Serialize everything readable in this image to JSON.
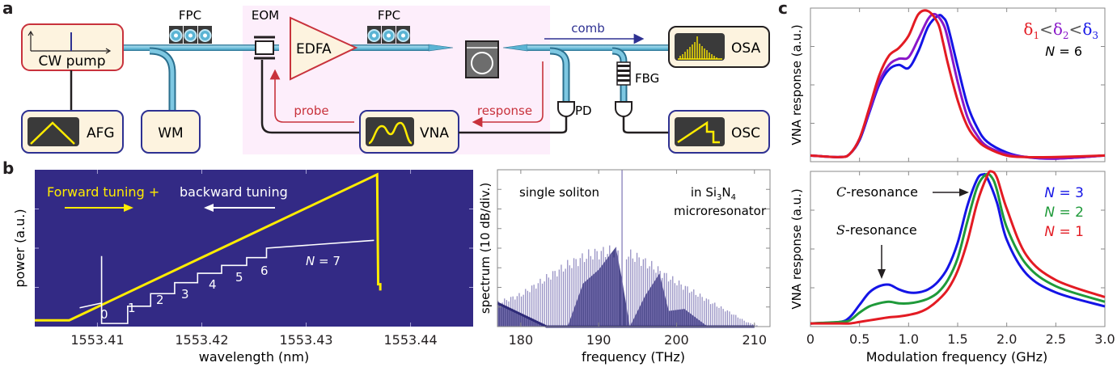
{
  "panels": {
    "a": {
      "letter": "a"
    },
    "b": {
      "letter": "b"
    },
    "c": {
      "letter": "c"
    }
  },
  "diagram": {
    "components": {
      "cw_pump": "CW pump",
      "afg": "AFG",
      "wm": "WM",
      "fpc1": "FPC",
      "eom": "EOM",
      "edfa": "EDFA",
      "fpc2": "FPC",
      "osa": "OSA",
      "fbg": "FBG",
      "pd": "PD",
      "vna": "VNA",
      "osc": "OSC"
    },
    "signals": {
      "comb": "comb",
      "probe": "probe",
      "response": "response"
    },
    "colors": {
      "fiber": "#5bb4d4",
      "fiber_edge": "#2a6f8e",
      "box_fill": "#fdf3df",
      "box_red": "#c8323c",
      "box_blue": "#2e3192",
      "screen": "#3a3a3a",
      "trace": "#ffec00",
      "highlight_bg": "#fdeefb",
      "comb_arrow": "#2e3192",
      "probe_arrow": "#c8323c"
    }
  },
  "chart_data": [
    {
      "id": "b-left",
      "type": "line",
      "title": "",
      "xlabel": "wavelength (nm)",
      "ylabel": "power (a.u.)",
      "xlim": [
        1553.404,
        1553.446
      ],
      "ylim": [
        0,
        1
      ],
      "xticks": [
        1553.41,
        1553.42,
        1553.43,
        1553.44
      ],
      "xtick_labels": [
        "1553.41",
        "1553.42",
        "1553.43",
        "1553.44"
      ],
      "background": "#332a85",
      "annotations": {
        "forward": "Forward tuning +",
        "backward": "backward tuning",
        "n_label_prefix": "N",
        "n_label_suffix": " = 7",
        "steps": [
          "0",
          "1",
          "2",
          "3",
          "4",
          "5",
          "6"
        ]
      },
      "series": [
        {
          "name": "Forward tuning",
          "color": "#ffec00",
          "x": [
            1553.404,
            1553.4073,
            1553.4368,
            1553.4369,
            1553.4371,
            1553.4371
          ],
          "y": [
            0.04,
            0.04,
            0.97,
            0.27,
            0.27,
            0.23
          ]
        },
        {
          "name": "backward tuning",
          "color": "#ffffff",
          "x": [
            1553.4083,
            1553.4104,
            1553.4104,
            1553.4104,
            1553.4129,
            1553.4129,
            1553.4151,
            1553.4151,
            1553.4174,
            1553.4174,
            1553.4196,
            1553.4196,
            1553.4219,
            1553.4219,
            1553.4243,
            1553.4243,
            1553.4262,
            1553.4262,
            1553.4365
          ],
          "y": [
            0.12,
            0.15,
            0.45,
            0.02,
            0.02,
            0.13,
            0.13,
            0.21,
            0.21,
            0.28,
            0.28,
            0.34,
            0.34,
            0.39,
            0.39,
            0.44,
            0.44,
            0.5,
            0.55
          ]
        }
      ]
    },
    {
      "id": "b-right",
      "type": "bar",
      "title": "",
      "xlabel": "frequency (THz)",
      "ylabel": "spectrum (10 dB/div.)",
      "xlim": [
        177,
        212
      ],
      "ylim": [
        0,
        8
      ],
      "xticks": [
        180,
        190,
        200,
        210
      ],
      "xtick_labels": [
        "180",
        "190",
        "200",
        "210"
      ],
      "annotations": {
        "left": "single soliton",
        "right_line1_a": "in Si",
        "right_line1_sub1": "3",
        "right_line1_b": "N",
        "right_line1_sub2": "4",
        "right_line2": "microresonator"
      },
      "envelope": {
        "x": [
          177,
          180,
          183,
          186,
          189,
          191,
          193,
          195,
          197,
          199,
          201,
          203,
          205,
          207,
          209,
          210.5
        ],
        "y": [
          1.3,
          1.75,
          2.6,
          3.4,
          4.0,
          4.15,
          4.1,
          3.8,
          3.3,
          2.7,
          2.2,
          1.7,
          1.2,
          0.75,
          0.25,
          0.05
        ]
      },
      "pump_line_thz": 193,
      "line_spacing_thz": 0.27,
      "color": "#7d75b5",
      "dark_color": "#2e2a78"
    },
    {
      "id": "c-top",
      "type": "line",
      "xlabel": "",
      "ylabel": "VNA response (a.u.)",
      "xlim": [
        0,
        3.0
      ],
      "ylim": [
        0,
        1
      ],
      "legend": {
        "d1": "δ",
        "s1": "1",
        "d2": "δ",
        "s2": "2",
        "d3": "δ",
        "s3": "3",
        "lt": "<",
        "n_label": "N",
        "n_value": " = 6"
      },
      "series": [
        {
          "name": "δ3",
          "color": "#1414e6",
          "x": [
            0,
            0.3,
            0.4,
            0.5,
            0.6,
            0.7,
            0.8,
            0.9,
            1.0,
            1.1,
            1.2,
            1.3,
            1.35,
            1.4,
            1.5,
            1.6,
            1.7,
            1.8,
            2.0,
            2.2,
            2.5,
            3.0
          ],
          "y": [
            0.04,
            0.03,
            0.05,
            0.14,
            0.32,
            0.5,
            0.6,
            0.63,
            0.61,
            0.72,
            0.88,
            0.95,
            0.94,
            0.88,
            0.62,
            0.37,
            0.22,
            0.13,
            0.06,
            0.03,
            0.02,
            0.04
          ]
        },
        {
          "name": "δ2",
          "color": "#8a17c9",
          "x": [
            0,
            0.3,
            0.4,
            0.5,
            0.6,
            0.7,
            0.8,
            0.9,
            1.0,
            1.1,
            1.2,
            1.27,
            1.35,
            1.4,
            1.5,
            1.6,
            1.7,
            1.8,
            2.0,
            2.2,
            2.5,
            3.0
          ],
          "y": [
            0.04,
            0.03,
            0.05,
            0.15,
            0.33,
            0.52,
            0.63,
            0.67,
            0.68,
            0.8,
            0.93,
            0.96,
            0.9,
            0.8,
            0.52,
            0.29,
            0.17,
            0.1,
            0.05,
            0.03,
            0.02,
            0.04
          ]
        },
        {
          "name": "δ1",
          "color": "#e31b23",
          "x": [
            0,
            0.3,
            0.4,
            0.5,
            0.6,
            0.7,
            0.8,
            0.9,
            1.0,
            1.1,
            1.2,
            1.3,
            1.35,
            1.4,
            1.5,
            1.6,
            1.7,
            1.8,
            2.0,
            2.2,
            2.5,
            3.0
          ],
          "y": [
            0.04,
            0.03,
            0.05,
            0.15,
            0.35,
            0.56,
            0.69,
            0.74,
            0.82,
            0.96,
            0.98,
            0.9,
            0.78,
            0.64,
            0.4,
            0.23,
            0.14,
            0.09,
            0.04,
            0.03,
            0.03,
            0.04
          ]
        }
      ]
    },
    {
      "id": "c-bottom",
      "type": "line",
      "xlabel": "Modulation frequency (GHz)",
      "ylabel": "VNA response (a.u.)",
      "xlim": [
        0,
        3.0
      ],
      "ylim": [
        0,
        1
      ],
      "xticks": [
        0,
        0.5,
        1.0,
        1.5,
        2.0,
        2.5,
        3.0
      ],
      "xtick_labels": [
        "0",
        "0.5",
        "1.0",
        "1.5",
        "2.0",
        "2.5",
        "3.0"
      ],
      "annotations": {
        "c_res_italic": "C",
        "c_res_text": "-resonance",
        "s_res_italic": "S",
        "s_res_text": "-resonance"
      },
      "legend": [
        {
          "n": "N",
          "value": " = 3",
          "color": "#1414e6"
        },
        {
          "n": "N",
          "value": " = 2",
          "color": "#1f9a3a"
        },
        {
          "n": "N",
          "value": " = 1",
          "color": "#e31b23"
        }
      ],
      "series": [
        {
          "name": "N = 3",
          "color": "#1414e6",
          "x": [
            0,
            0.3,
            0.4,
            0.5,
            0.6,
            0.7,
            0.8,
            0.9,
            1.0,
            1.1,
            1.2,
            1.3,
            1.4,
            1.5,
            1.6,
            1.7,
            1.76,
            1.8,
            1.9,
            2.0,
            2.2,
            2.5,
            3.0
          ],
          "y": [
            0.02,
            0.03,
            0.06,
            0.14,
            0.22,
            0.26,
            0.27,
            0.24,
            0.22,
            0.22,
            0.24,
            0.29,
            0.38,
            0.54,
            0.78,
            0.95,
            0.98,
            0.96,
            0.8,
            0.56,
            0.34,
            0.22,
            0.13
          ]
        },
        {
          "name": "N = 2",
          "color": "#1f9a3a",
          "x": [
            0,
            0.3,
            0.4,
            0.5,
            0.6,
            0.7,
            0.8,
            0.9,
            1.0,
            1.1,
            1.2,
            1.3,
            1.4,
            1.5,
            1.6,
            1.7,
            1.79,
            1.85,
            1.9,
            2.0,
            2.2,
            2.5,
            3.0
          ],
          "y": [
            0.02,
            0.03,
            0.04,
            0.09,
            0.13,
            0.15,
            0.16,
            0.15,
            0.15,
            0.16,
            0.18,
            0.22,
            0.3,
            0.44,
            0.68,
            0.9,
            0.98,
            0.96,
            0.88,
            0.64,
            0.4,
            0.26,
            0.16
          ]
        },
        {
          "name": "N = 1",
          "color": "#e31b23",
          "x": [
            0,
            0.3,
            0.4,
            0.5,
            0.6,
            0.7,
            0.8,
            0.9,
            1.0,
            1.1,
            1.2,
            1.3,
            1.4,
            1.5,
            1.6,
            1.7,
            1.8,
            1.84,
            1.9,
            2.0,
            2.2,
            2.5,
            3.0
          ],
          "y": [
            0.02,
            0.02,
            0.02,
            0.03,
            0.04,
            0.05,
            0.06,
            0.065,
            0.075,
            0.09,
            0.12,
            0.17,
            0.24,
            0.36,
            0.55,
            0.8,
            0.97,
            1.0,
            0.96,
            0.76,
            0.46,
            0.3,
            0.19
          ]
        }
      ]
    }
  ]
}
